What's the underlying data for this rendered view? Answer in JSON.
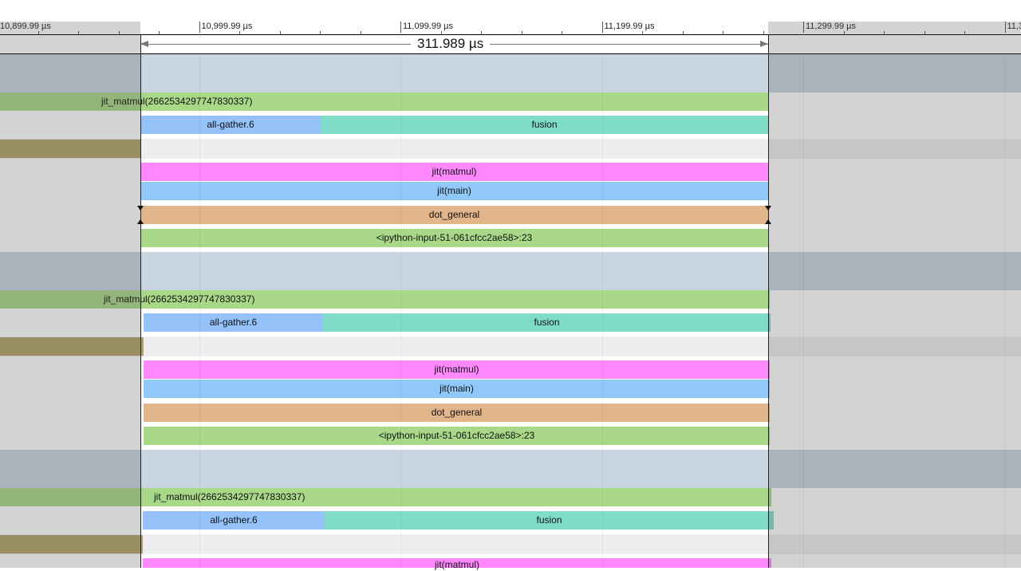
{
  "ruler": {
    "ticks": [
      "10,899.99 µs",
      "10,999.99 µs",
      "11,099.99 µs",
      "11,199.99 µs",
      "11,299.99 µs",
      "11,3"
    ]
  },
  "selection": {
    "duration_label": "311.989 µs"
  },
  "colors": {
    "process_header": "#c9d5e0",
    "step": "#a8d888",
    "allgather": "#94c2f9",
    "fusion": "#80dcc9",
    "brown": "#b0a069",
    "jit_matmul": "#ff88ff",
    "jit_main": "#90c8fa",
    "dot_general": "#e2b489",
    "source": "#a8d888"
  },
  "groups": [
    {
      "step": "jit_matmul(2662534297747830337)",
      "allgather": "all-gather.6",
      "fusion": "fusion",
      "jit_matmul": "jit(matmul)",
      "jit_main": "jit(main)",
      "dot_general": "dot_general",
      "source": "<ipython-input-51-061cfcc2ae58>:23"
    },
    {
      "step": "jit_matmul(2662534297747830337)",
      "allgather": "all-gather.6",
      "fusion": "fusion",
      "jit_matmul": "jit(matmul)",
      "jit_main": "jit(main)",
      "dot_general": "dot_general",
      "source": "<ipython-input-51-061cfcc2ae58>:23"
    },
    {
      "step": "jit_matmul(2662534297747830337)",
      "allgather": "all-gather.6",
      "fusion": "fusion",
      "jit_matmul": "jit(matmul)"
    }
  ]
}
